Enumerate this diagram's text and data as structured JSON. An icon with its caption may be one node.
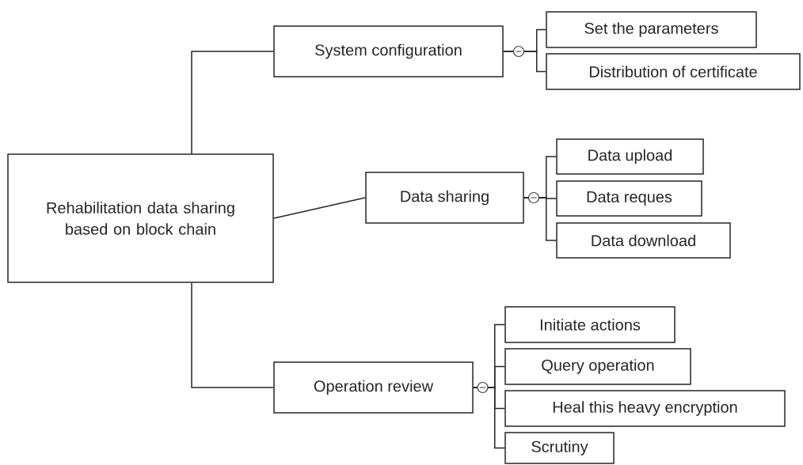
{
  "diagram": {
    "nodes": [
      {
        "text": [
          "Rehabilitation data sharing based on block chain"
        ]
      },
      {
        "text": [
          "System configuration"
        ]
      },
      {
        "text": [
          "Set the parameters"
        ]
      },
      {
        "text": [
          "Distribution of certificate"
        ]
      },
      {
        "text": [
          "Data sharing"
        ]
      },
      {
        "text": [
          "Data upload"
        ]
      },
      {
        "text": [
          "Data reques"
        ]
      },
      {
        "text": [
          "Data download"
        ]
      },
      {
        "text": [
          "Operation review"
        ]
      },
      {
        "text": [
          "Initiate actions"
        ]
      },
      {
        "text": [
          "Query operation"
        ]
      },
      {
        "text": [
          "Heal this heavy encryption"
        ]
      },
      {
        "text": [
          "Scrutiny"
        ]
      }
    ],
    "edges": [
      {
        "from": 0,
        "to": 1,
        "arrow": "none"
      },
      {
        "from": 0,
        "to": 4,
        "arrow": "none"
      },
      {
        "from": 0,
        "to": 8,
        "arrow": "none"
      },
      {
        "from": 1,
        "to": 2,
        "arrow": "none"
      },
      {
        "from": 1,
        "to": 3,
        "arrow": "none"
      },
      {
        "from": 4,
        "to": 5,
        "arrow": "none"
      },
      {
        "from": 4,
        "to": 6,
        "arrow": "none"
      },
      {
        "from": 4,
        "to": 7,
        "arrow": "none"
      },
      {
        "from": 8,
        "to": 9,
        "arrow": "none"
      },
      {
        "from": 8,
        "to": 10,
        "arrow": "none"
      },
      {
        "from": 8,
        "to": 11,
        "arrow": "none"
      },
      {
        "from": 8,
        "to": 12,
        "arrow": "none"
      }
    ]
  }
}
